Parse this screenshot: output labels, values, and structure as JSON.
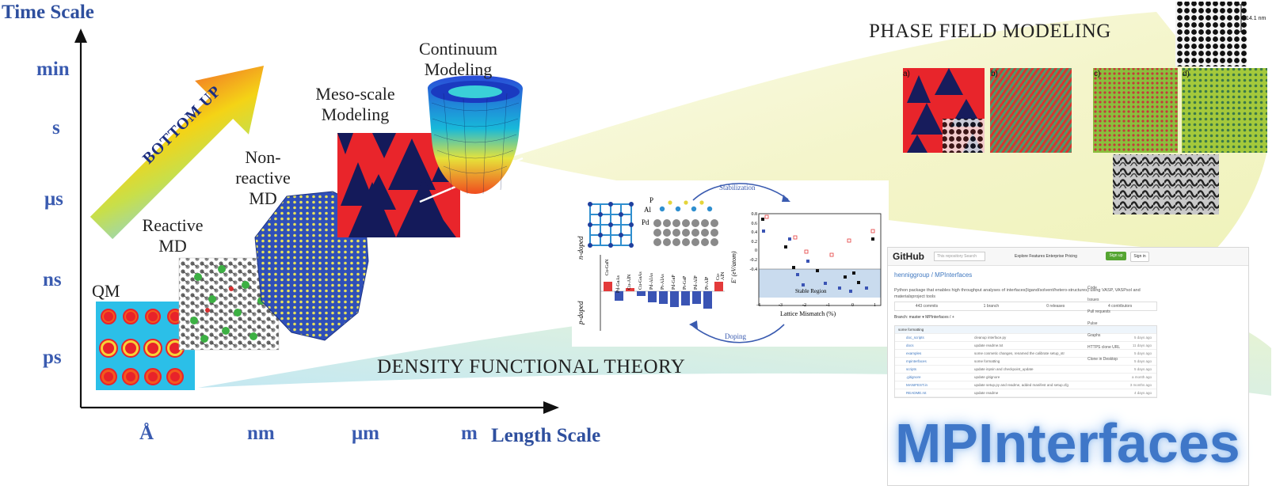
{
  "axes": {
    "y_title": "Time Scale",
    "x_title": "Length Scale",
    "y_ticks": [
      "min",
      "s",
      "μs",
      "ns",
      "ps"
    ],
    "x_ticks": [
      "Å",
      "nm",
      "μm",
      "m"
    ]
  },
  "arrow": {
    "label": "BOTTOM UP"
  },
  "methods": {
    "qm": "QM",
    "reactive_md": [
      "Reactive",
      "MD"
    ],
    "nonreactive_md": [
      "Non-",
      "reactive",
      "MD"
    ],
    "mesoscale": [
      "Meso-scale",
      "Modeling"
    ],
    "continuum": [
      "Continuum",
      "Modeling"
    ]
  },
  "sections": {
    "phase_field": "PHASE FIELD MODELING",
    "dft": "DENSITY FUNCTIONAL THEORY"
  },
  "phase_field_panels": [
    "a)",
    "b)",
    "c)",
    "d)"
  ],
  "scale_bar": "14.1 nm",
  "dft_figure": {
    "stabilization": "Stabilization",
    "doping": "Doping",
    "atoms": [
      "P",
      "Al",
      "Pd"
    ],
    "n_doped": "n-doped",
    "p_doped": "p-doped",
    "bar_labels": [
      "Cu-GaN",
      "Pd-GaAs",
      "Cu-AlN",
      "Cu-GaAs",
      "Pd-AlAs",
      "Pt-AlAs",
      "Pd-GaP",
      "Pt-GaP",
      "Pd-AlP",
      "Pt-AlP",
      "Cu-AlN"
    ],
    "y_label": "E' (eV/atom)",
    "x_label": "Lattice Mismatch (%)",
    "stable_region": "Stable Region",
    "y_ticks": [
      "0.8",
      "0.6",
      "0.4",
      "0.2",
      "0",
      "-0.2",
      "-0.4"
    ],
    "x_ticks": [
      "-4",
      "-3",
      "-2",
      "-1",
      "0",
      "1"
    ]
  },
  "github": {
    "logo": "GitHub",
    "search_placeholder": "This repository   Search",
    "nav": "Explore   Features   Enterprise   Pricing",
    "sign_up": "Sign up",
    "sign_in": "Sign in",
    "repo": "henniggroup / MPInterfaces",
    "description": "Python package that enables high throughput analyses of interfaces(ligand/solvent/hetero-structures) using VASP, VASPsol and materialsproject tools",
    "stats": [
      "443 commits",
      "1 branch",
      "0 releases",
      "4 contributors"
    ],
    "branch": "Branch: master ▾   MPInterfaces / +",
    "commit_msg": "some formatting",
    "files": [
      {
        "name": "doc_scripts",
        "msg": "cleanup interface.py",
        "time": "5 days ago"
      },
      {
        "name": "docs",
        "msg": "update readme.txt",
        "time": "11 days ago"
      },
      {
        "name": "examples",
        "msg": "some cosmetic changes, renamed the calibrate setup_str",
        "time": "5 days ago"
      },
      {
        "name": "mpinterfaces",
        "msg": "some formatting",
        "time": "5 days ago"
      },
      {
        "name": "scripts",
        "msg": "update inpsin and checkpoint_update",
        "time": "5 days ago"
      },
      {
        "name": ".gitignore",
        "msg": "update gitignore",
        "time": "a month ago"
      },
      {
        "name": "MANIFEST.in",
        "msg": "update setup.py and readme, added manifest and setup.cfg",
        "time": "3 months ago"
      },
      {
        "name": "README.rst",
        "msg": "update readme",
        "time": "4 days ago"
      }
    ],
    "side": [
      "Code",
      "Issues",
      "Pull requests",
      "Pulse",
      "Graphs",
      "HTTPS clone URL",
      "Clone in Desktop"
    ]
  },
  "mpinterfaces_title": "MPInterfaces"
}
